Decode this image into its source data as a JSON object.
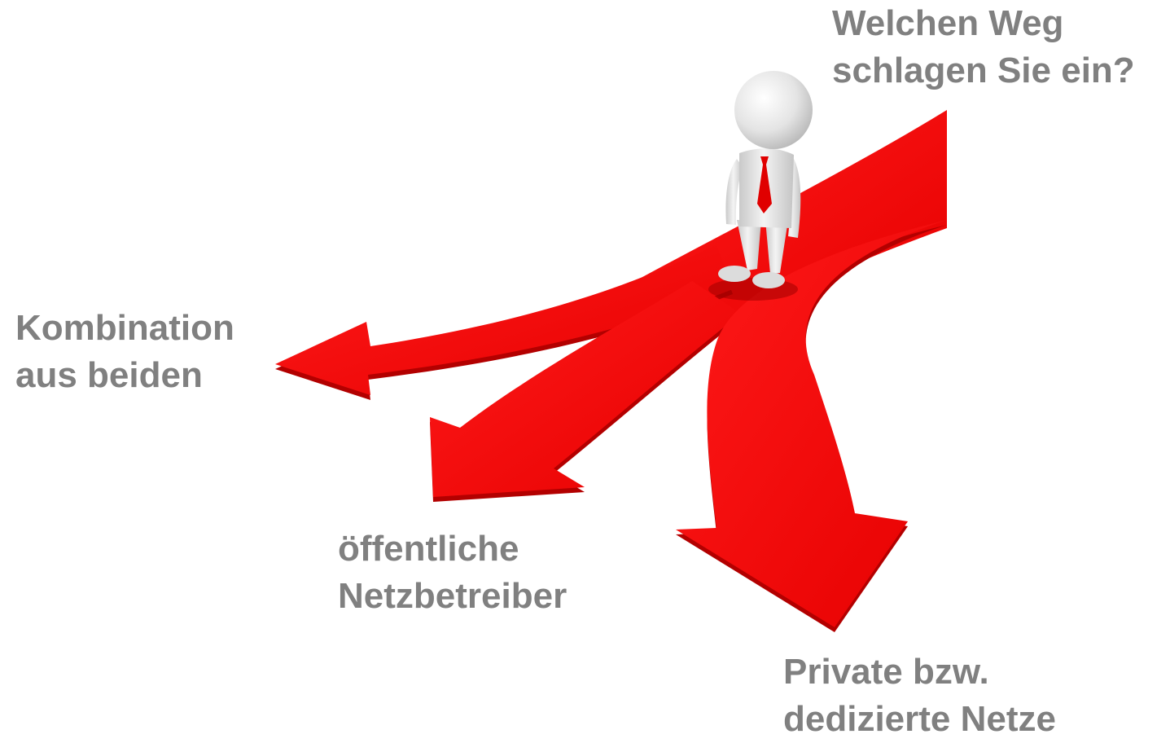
{
  "question": {
    "line1": "Welchen Weg",
    "line2": "schlagen Sie ein?"
  },
  "options": {
    "combination": {
      "line1": "Kombination",
      "line2": "aus beiden"
    },
    "public": {
      "line1": "öffentliche",
      "line2": "Netzbetreiber"
    },
    "private": {
      "line1": "Private bzw.",
      "line2": "dedizierte Netze"
    }
  },
  "colors": {
    "arrow": "#f20000",
    "arrow_shadow": "#b00000",
    "text": "#808080",
    "figure": "#e6e6e6",
    "tie": "#e00000"
  },
  "icons": {
    "figure": "person-standing-at-crossroads-icon",
    "arrows": "branching-arrows-icon"
  }
}
